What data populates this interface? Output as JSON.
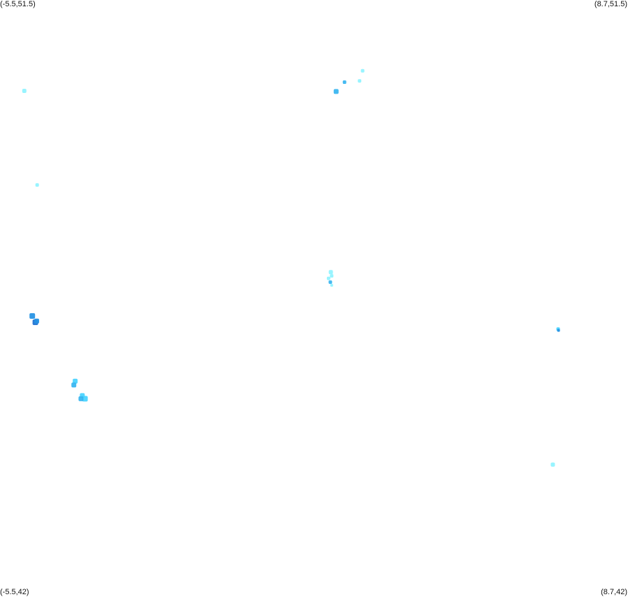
{
  "map": {
    "corner_labels": {
      "top_left": "(-5.5,51.5)",
      "top_right": "(8.7,51.5)",
      "bottom_left": "(-5.5,42)",
      "bottom_right": "(8.7,42)"
    },
    "bounds": {
      "lon_min": -5.5,
      "lon_max": 8.7,
      "lat_min": 42,
      "lat_max": 51.5
    },
    "colors": {
      "light_cyan": "#8ff3ff",
      "cyan": "#45d2ff",
      "sky": "#35b4f0",
      "blue": "#2390e3",
      "dark_blue": "#1c6fd0"
    },
    "points": [
      {
        "lon": -4.95,
        "lat": 50.05,
        "size": 6,
        "color": "light_cyan"
      },
      {
        "lon": -4.66,
        "lat": 48.55,
        "size": 5,
        "color": "light_cyan"
      },
      {
        "lon": -4.77,
        "lat": 46.46,
        "size": 8,
        "color": "blue"
      },
      {
        "lon": -4.7,
        "lat": 46.36,
        "size": 8,
        "color": "dark_blue"
      },
      {
        "lon": -4.67,
        "lat": 46.38,
        "size": 7,
        "color": "blue"
      },
      {
        "lon": -3.8,
        "lat": 45.42,
        "size": 7,
        "color": "cyan"
      },
      {
        "lon": -3.83,
        "lat": 45.36,
        "size": 7,
        "color": "sky"
      },
      {
        "lon": -3.64,
        "lat": 45.19,
        "size": 7,
        "color": "cyan"
      },
      {
        "lon": -3.58,
        "lat": 45.14,
        "size": 8,
        "color": "cyan"
      },
      {
        "lon": -3.67,
        "lat": 45.14,
        "size": 7,
        "color": "sky"
      },
      {
        "lon": 2.7,
        "lat": 50.37,
        "size": 5,
        "color": "light_cyan"
      },
      {
        "lon": 2.63,
        "lat": 50.21,
        "size": 5,
        "color": "light_cyan"
      },
      {
        "lon": 2.29,
        "lat": 50.19,
        "size": 5,
        "color": "sky"
      },
      {
        "lon": 2.1,
        "lat": 50.04,
        "size": 7,
        "color": "sky"
      },
      {
        "lon": 1.98,
        "lat": 47.16,
        "size": 6,
        "color": "light_cyan"
      },
      {
        "lon": 1.93,
        "lat": 47.06,
        "size": 5,
        "color": "light_cyan"
      },
      {
        "lon": 2.0,
        "lat": 47.1,
        "size": 5,
        "color": "light_cyan"
      },
      {
        "lon": 1.97,
        "lat": 47.0,
        "size": 5,
        "color": "sky"
      },
      {
        "lon": 2.0,
        "lat": 46.95,
        "size": 4,
        "color": "light_cyan"
      },
      {
        "lon": 7.12,
        "lat": 46.25,
        "size": 5,
        "color": "cyan"
      },
      {
        "lon": 7.13,
        "lat": 46.23,
        "size": 4,
        "color": "blue"
      },
      {
        "lon": 7.0,
        "lat": 44.09,
        "size": 6,
        "color": "light_cyan"
      }
    ]
  }
}
